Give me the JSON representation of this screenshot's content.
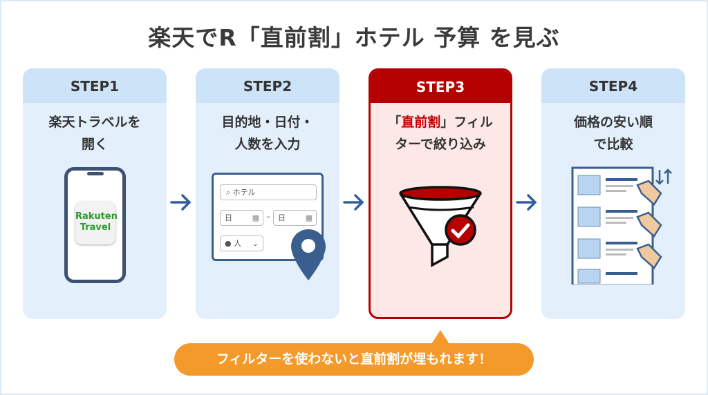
{
  "title": "楽天でR「直前割」ホテル 予算 を見ぶ",
  "steps": [
    {
      "label": "STEP1",
      "line1": "楽天トラベルを",
      "line2": "開く",
      "app_logo_line1": "Rakuten",
      "app_logo_line2": "Travel"
    },
    {
      "label": "STEP2",
      "line1": "目的地・日付・",
      "line2": "人数を入力",
      "search_placeholder": "ホテル",
      "date_from": "日",
      "date_to": "日",
      "date_sep": "–",
      "guests": "人"
    },
    {
      "label": "STEP3",
      "line1_open": "「",
      "line1_red": "直前割",
      "line1_rest": "」フィル",
      "line2": "ターで絞り込み"
    },
    {
      "label": "STEP4",
      "line1": "価格の安い順",
      "line2": "で比較"
    }
  ],
  "callout": "フィルターを使わないと直前割が埋もれます！",
  "colors": {
    "accent_red": "#b40000",
    "blue": "#3a5f8f",
    "orange": "#f39a2b",
    "card_bg": "#e3f0fc"
  }
}
